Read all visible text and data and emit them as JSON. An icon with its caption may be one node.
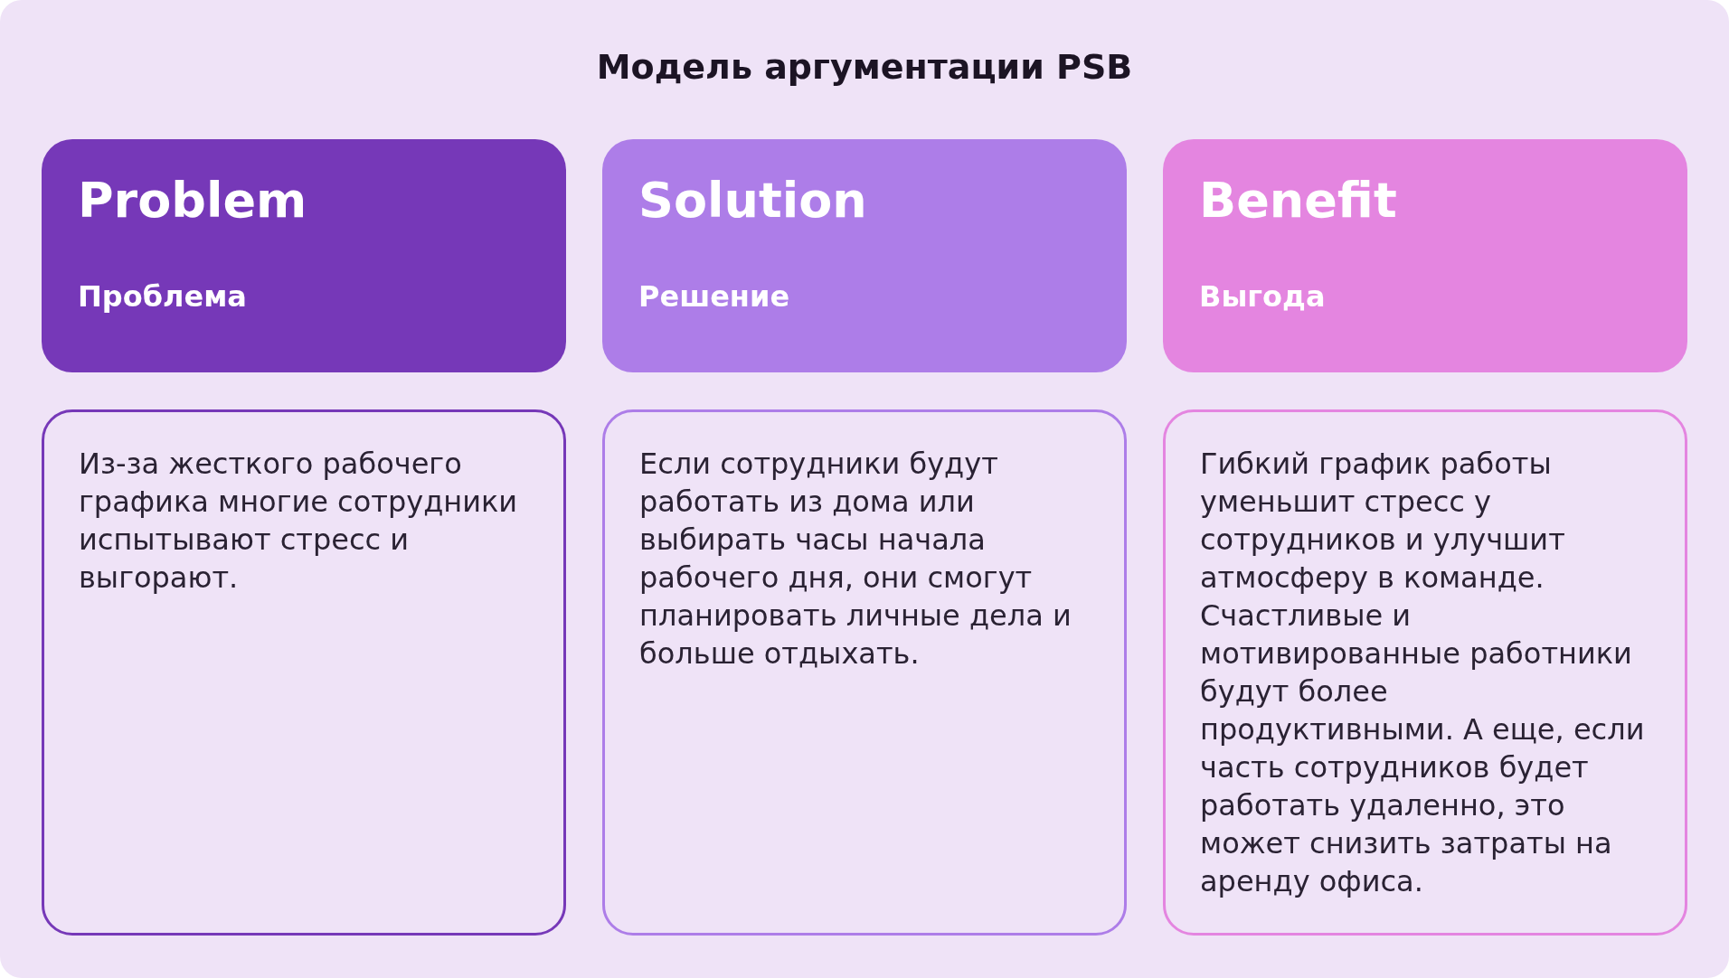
{
  "diagram": {
    "title": "Модель аргументации PSB",
    "nodes": [
      {
        "text": [
          "Problem",
          "Проблема"
        ]
      },
      {
        "text": [
          "Solution",
          "Решение"
        ]
      },
      {
        "text": [
          "Benefit",
          "Выгода"
        ]
      },
      {
        "text": [
          "Из-за жесткого рабочего графика многие сотрудники испытывают стресс и выгорают."
        ]
      },
      {
        "text": [
          "Если сотрудники будут работать из дома или выбирать часы начала рабочего дня, они смогут планировать личные дела и больше отдыхать."
        ]
      },
      {
        "text": [
          "Гибкий график работы уменьшит стресс у сотрудников и улучшит атмосферу в команде. Счастливые и мотивированные работники будут более продуктивными. А еще, если часть сотрудников будет работать удаленно, это может снизить затраты на аренду офиса."
        ]
      }
    ]
  }
}
